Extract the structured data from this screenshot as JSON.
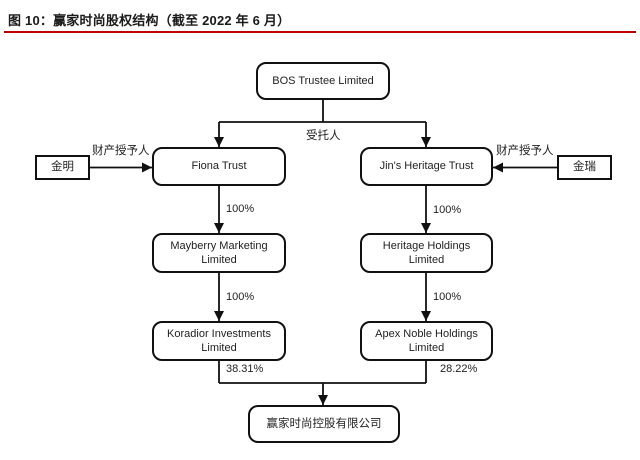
{
  "figure": {
    "title": "图 10：赢家时尚股权结构（截至 2022 年 6 月）"
  },
  "colors": {
    "accent_red": "#c00000",
    "line_black": "#111111"
  },
  "chart": {
    "nodes": {
      "bos": "BOS Trustee Limited",
      "fiona_trust": "Fiona Trust",
      "jins_heritage_trust": "Jin's Heritage Trust",
      "jin_ming": "金明",
      "jin_rui": "金瑞",
      "mayberry": "Mayberry Marketing\nLimited",
      "heritage_holdings": "Heritage Holdings Limited",
      "koradior": "Koradior Investments\nLimited",
      "apex_noble": "Apex Noble Holdings\nLimited",
      "company": "赢家时尚控股有限公司"
    },
    "labels": {
      "trustee": "受托人",
      "settlor_left": "财产授予人",
      "settlor_right": "财产授予人",
      "pct_fiona_to_mayberry": "100%",
      "pct_trust_to_heritage": "100%",
      "pct_mayberry_to_koradior": "100%",
      "pct_heritage_to_apex": "100%",
      "pct_koradior_to_company": "38.31%",
      "pct_apex_to_company": "28.22%"
    }
  }
}
